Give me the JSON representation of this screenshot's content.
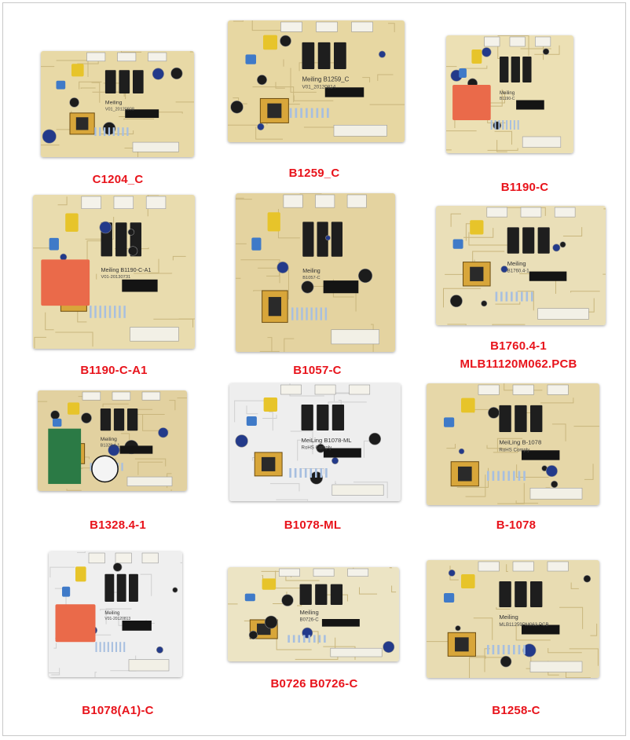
{
  "products": [
    {
      "id": "c1204",
      "label": "C1204_C",
      "board": "Meiling",
      "sub": "V01_20120808",
      "tone": "#e8d9a6",
      "white": false
    },
    {
      "id": "b1259",
      "label": "B1259_C",
      "board": "Meiling B1259_C",
      "sub": "V01_20120814",
      "tone": "#e7d7a2",
      "white": false
    },
    {
      "id": "b1190",
      "label": "B1190-C",
      "board": "Meiling",
      "sub": "B1190-C",
      "tone": "#ece0b4",
      "white": false
    },
    {
      "id": "b1190a1",
      "label": "B1190-C-A1",
      "board": "Meiling B1190-C-A1",
      "sub": "V01-20130731",
      "tone": "#e9dcae",
      "white": false
    },
    {
      "id": "b1057",
      "label": "B1057-C",
      "board": "Meiling",
      "sub": "B1057-C",
      "tone": "#e4d3a0",
      "white": false
    },
    {
      "id": "b1760",
      "label": "B1760.4-1",
      "label2": "MLB11120M062.PCB",
      "board": "Meiling",
      "sub": "B1760.4-1",
      "tone": "#eadfb8",
      "white": false
    },
    {
      "id": "b1328",
      "label": "B1328.4-1",
      "board": "Meiling",
      "sub": "B1328.4-1",
      "tone": "#e2d1a0",
      "white": false
    },
    {
      "id": "b1078ml",
      "label": "B1078-ML",
      "board": "MeiLing B1078-ML",
      "sub": "RoHS Comply",
      "tone": "#eeeeee",
      "white": true
    },
    {
      "id": "b1078",
      "label": "B-1078",
      "board": "MeiLing B-1078",
      "sub": "RoHS Comply",
      "tone": "#e6d7a8",
      "white": false
    },
    {
      "id": "b1078a1",
      "label": "B1078(A1)-C",
      "board": "Meiling",
      "sub": "V01-20120813",
      "tone": "#efefef",
      "white": true
    },
    {
      "id": "b0726",
      "label": "B0726 B0726-C",
      "board": "Meiling",
      "sub": "B0726-C",
      "tone": "#ece4c4",
      "white": false
    },
    {
      "id": "b1258",
      "label": "B1258-C",
      "board": "Meiling",
      "sub": "MLB11259PM063.PCB",
      "tone": "#e8dcb2",
      "white": false
    }
  ]
}
